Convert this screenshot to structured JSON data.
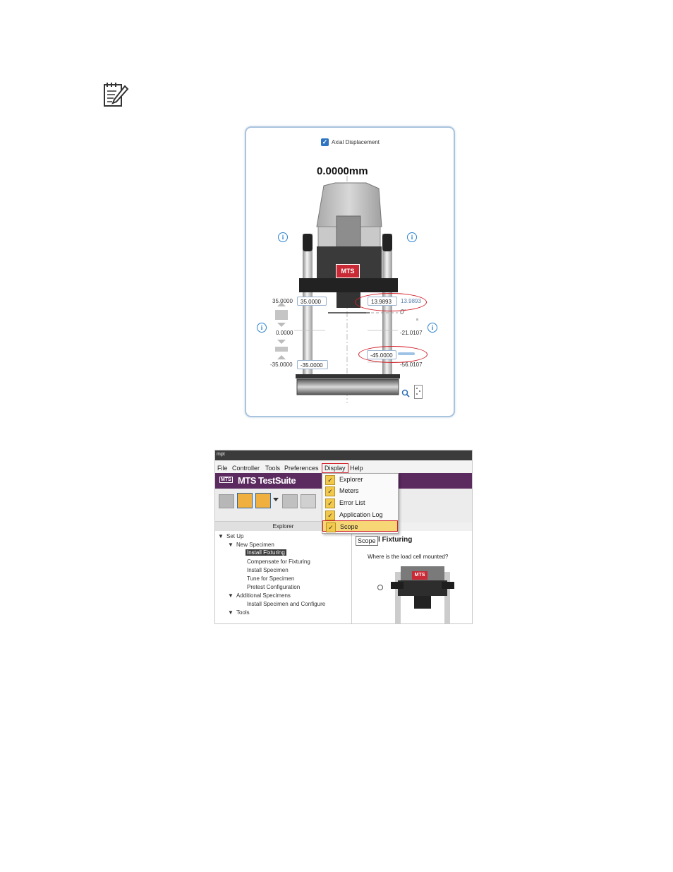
{
  "note": {
    "icon": "notepad-pencil-icon"
  },
  "panel": {
    "checkbox_label": "Axial Displacement",
    "checkbox_checked": true,
    "readout_value": "0.0000",
    "readout_unit": "mm",
    "logo_text": "MTS",
    "left_top_label": "35.0000",
    "left_top_field": "35.0000",
    "left_mid_label": "0.0000",
    "left_bottom_label": "-35.0000",
    "left_bottom_field": "-35.0000",
    "right_top_field": "13.9893",
    "right_top_label": "13.9893",
    "zero_mark": "0'",
    "right_mid_label": "-21.0107",
    "right_low_field": "-45.0000",
    "right_bottom_label": "-56.0107",
    "accent_color": "#2b82cf",
    "highlight_color": "#d2202a"
  },
  "app": {
    "title_icon": "mpt",
    "menu": [
      "File",
      "Controller",
      "Tools",
      "Preferences",
      "Display",
      "Help"
    ],
    "brand": "MTS TestSuite",
    "brand_badge": "MTS",
    "explorer_header": "Explorer",
    "display_menu": [
      {
        "label": "Explorer",
        "checked": true
      },
      {
        "label": "Meters",
        "checked": true
      },
      {
        "label": "Error List",
        "checked": true
      },
      {
        "label": "Application Log",
        "checked": true
      },
      {
        "label": "Scope",
        "checked": true
      }
    ],
    "tree": {
      "setup": "Set Up",
      "new_specimen": "New Specimen",
      "install_fixturing": "Install Fixturing",
      "compensate": "Compensate for Fixturing",
      "install_specimen": "Install Specimen",
      "tune": "Tune for Specimen",
      "pretest": "Pretest Configuration",
      "additional": "Additional Specimens",
      "install_configure": "Install Specimen and Configure",
      "tools": "Tools"
    },
    "tooltip": "Scope",
    "content_title": "l Fixturing",
    "content_question": "Where is the load cell mounted?",
    "content_logo": "MTS"
  }
}
